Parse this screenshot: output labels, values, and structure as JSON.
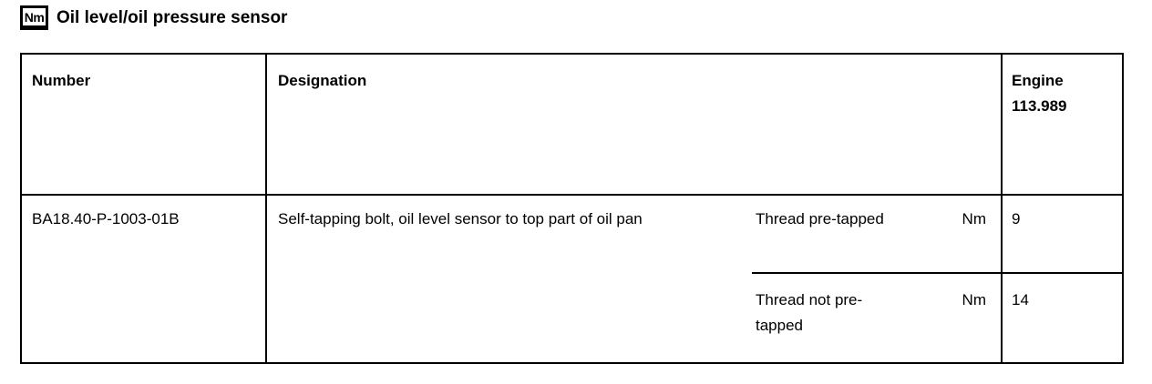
{
  "title": {
    "icon_label": "Nm",
    "text": "Oil level/oil pressure sensor"
  },
  "table": {
    "headers": {
      "number": "Number",
      "designation": "Designation",
      "engine": "Engine\n113.989"
    },
    "rows": [
      {
        "number": "BA18.40-P-1003-01B",
        "designation": "Self-tapping bolt, oil level sensor to top part of oil pan",
        "conditions": [
          {
            "label": "Thread pre-tapped",
            "unit": "Nm",
            "value": "9"
          },
          {
            "label": "Thread not pre-\ntapped",
            "unit": "Nm",
            "value": "14"
          }
        ]
      }
    ]
  },
  "colors": {
    "text": "#000000",
    "border": "#000000",
    "background": "#ffffff"
  }
}
